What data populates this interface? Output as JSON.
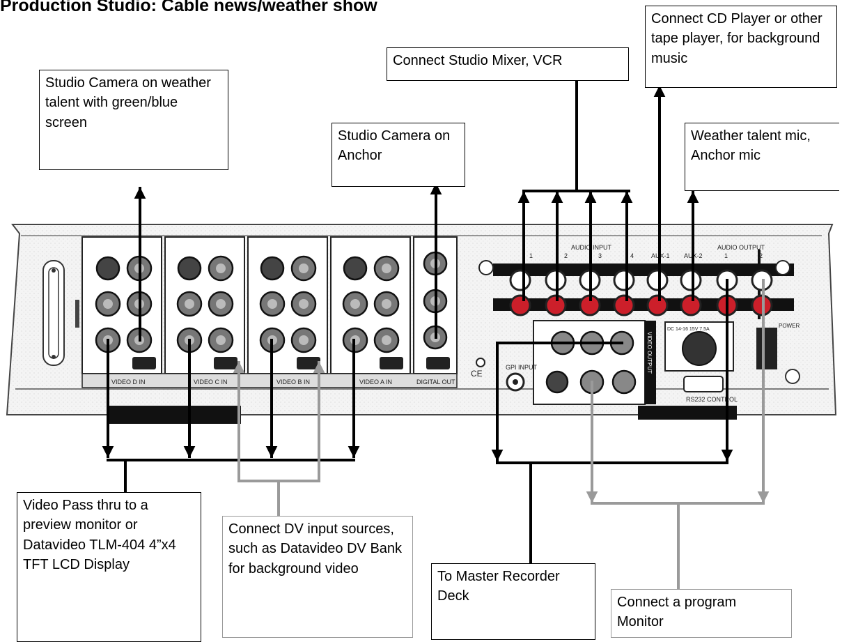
{
  "title": "Production Studio: Cable news/weather show",
  "callouts": {
    "camera_weather": "Studio Camera on weather talent with green/blue screen",
    "camera_anchor": "Studio Camera on Anchor",
    "mixer_vcr": "Connect Studio Mixer, VCR",
    "cd_player": "Connect CD Player or other tape player, for background music",
    "mics": "Weather talent mic, Anchor mic",
    "video_pass": "Video Pass thru to a preview monitor or Datavideo TLM-404 4”x4 TFT LCD Display",
    "dv_input": "Connect DV input sources, such as Datavideo DV Bank for background video",
    "master_recorder": "To Master Recorder Deck",
    "program_monitor": "Connect a program Monitor"
  },
  "device": {
    "audio_input_label": "AUDIO INPUT",
    "audio_output_label": "AUDIO OUTPUT",
    "audio_channels": [
      "1",
      "2",
      "3",
      "4",
      "AUX-1",
      "AUX-2"
    ],
    "audio_output_channels": [
      "1",
      "2"
    ],
    "video_in_labels": [
      "VIDEO D IN",
      "VIDEO C IN",
      "VIDEO B IN",
      "VIDEO A IN"
    ],
    "digital_out_label": "DIGITAL OUT",
    "video_output_label": "VIDEO OUTPUT",
    "remote_control_label": "RS232 CONTROL",
    "gpi_label": "GPI INPUT",
    "power_label": "POWER",
    "dc_label": "DC 14-16 15V 7.5A",
    "ce_mark": "CE"
  },
  "colors": {
    "black_line": "#000000",
    "gray_line": "#9a9a9a",
    "panel_fill": "#f2f2f2",
    "rca_red": "#cc1f2a"
  }
}
